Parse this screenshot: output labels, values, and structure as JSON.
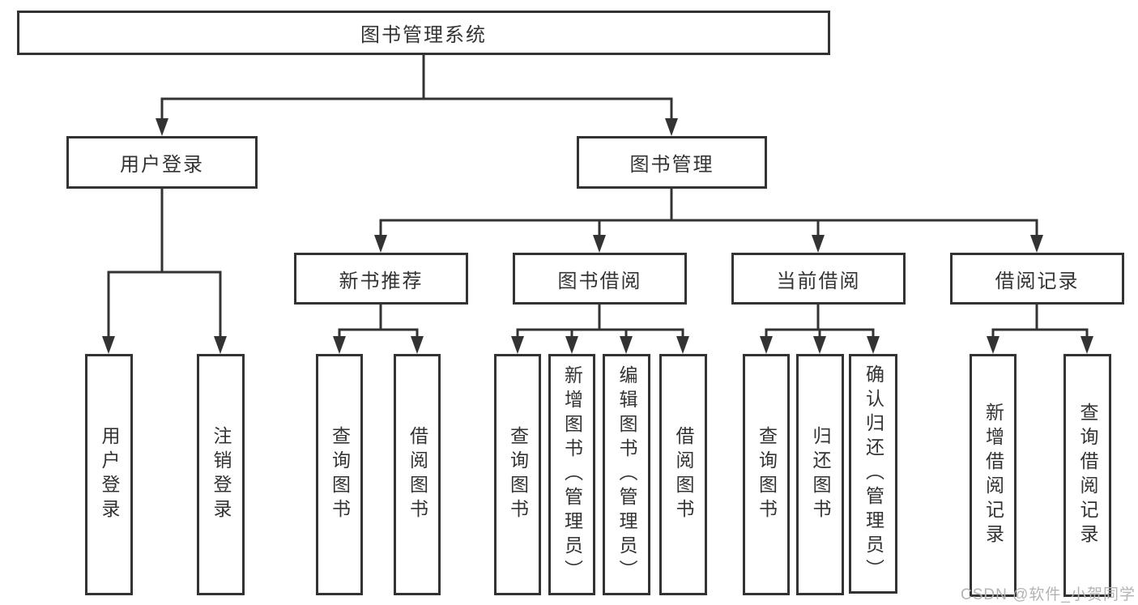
{
  "tree": {
    "root": {
      "label": "图书管理系统"
    },
    "branches": [
      {
        "label": "用户登录",
        "children": [
          {
            "label": "用户登录"
          },
          {
            "label": "注销登录"
          }
        ]
      },
      {
        "label": "图书管理",
        "sections": [
          {
            "label": "新书推荐",
            "children": [
              {
                "label": "查询图书"
              },
              {
                "label": "借阅图书"
              }
            ]
          },
          {
            "label": "图书借阅",
            "children": [
              {
                "label": "查询图书"
              },
              {
                "label": "新增图书（管理员）"
              },
              {
                "label": "编辑图书（管理员）"
              },
              {
                "label": "借阅图书"
              }
            ]
          },
          {
            "label": "当前借阅",
            "children": [
              {
                "label": "查询图书"
              },
              {
                "label": "归还图书"
              },
              {
                "label": "确认归还（管理员）"
              }
            ]
          },
          {
            "label": "借阅记录",
            "children": [
              {
                "label": "新增借阅记录"
              },
              {
                "label": "查询借阅记录"
              }
            ]
          }
        ]
      }
    ]
  },
  "watermark": {
    "label": "CSDN @软件_小贺同学"
  },
  "colors": {
    "line": "#333333",
    "text": "#333333",
    "box_background": "#ffffff",
    "watermark": "#b3b3b3",
    "background": "#ffffff"
  }
}
